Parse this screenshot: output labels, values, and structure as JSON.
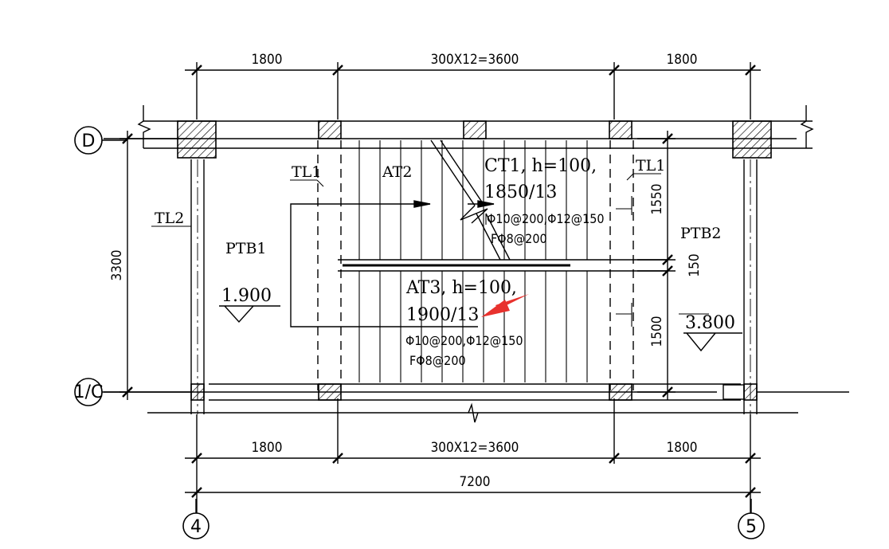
{
  "dimensions": {
    "top": [
      "1800",
      "300X12=3600",
      "1800"
    ],
    "bottom": [
      "1800",
      "300X12=3600",
      "1800"
    ],
    "total": "7200",
    "left_vertical": "3300",
    "right_vertical": [
      "1550",
      "150",
      "1500"
    ]
  },
  "axes": {
    "rows": [
      "D",
      "1/C"
    ],
    "cols": [
      "4",
      "5"
    ]
  },
  "labels": {
    "tl1_left": "TL1",
    "tl1_right": "TL1",
    "tl2": "TL2",
    "at2": "AT2",
    "ptb1": "PTB1",
    "ptb2": "PTB2"
  },
  "flight_ct1": {
    "title": "CT1, h=100,",
    "steps": "1850/13",
    "rebar1": "Φ10@200,Φ12@150",
    "rebar2": "FΦ8@200"
  },
  "flight_at3": {
    "title": "AT3, h=100,",
    "steps": "1900/13",
    "rebar1": "Φ10@200,Φ12@150",
    "rebar2": "FΦ8@200"
  },
  "elevations": {
    "left": "1.900",
    "right": "3.800"
  },
  "colors": {
    "line": "#000000",
    "arrow": "#e8322e"
  }
}
